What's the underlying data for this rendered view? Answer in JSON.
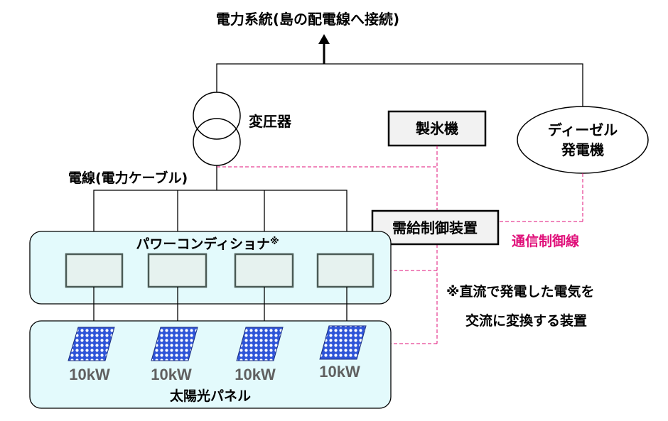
{
  "title": "電力系統(島の配電線へ接続)",
  "transformer_label": "変圧器",
  "ice_machine_label": "製氷機",
  "diesel_label_line1": "ディーゼル",
  "diesel_label_line2": "発電機",
  "cable_label": "電線(電力ケーブル)",
  "controller_label": "需給制御装置",
  "comm_line_label": "通信制御線",
  "pcs_label": "パワーコンディショナ",
  "pcs_mark": "※",
  "note_line1": "※直流で発電した電気を",
  "note_line2": "交流に変換する装置",
  "panel_group_label": "太陽光パネル",
  "panels": [
    {
      "capacity": "10kW"
    },
    {
      "capacity": "10kW"
    },
    {
      "capacity": "10kW"
    },
    {
      "capacity": "10kW"
    }
  ],
  "colors": {
    "comm_line": "#e0107a",
    "group_fill": "#e3fafc",
    "pcs_box_fill": "#e6f2ef",
    "panel_blue": "#2f55d8",
    "panel_white": "#ffffff",
    "controller_fill": "#f2f2f2"
  }
}
